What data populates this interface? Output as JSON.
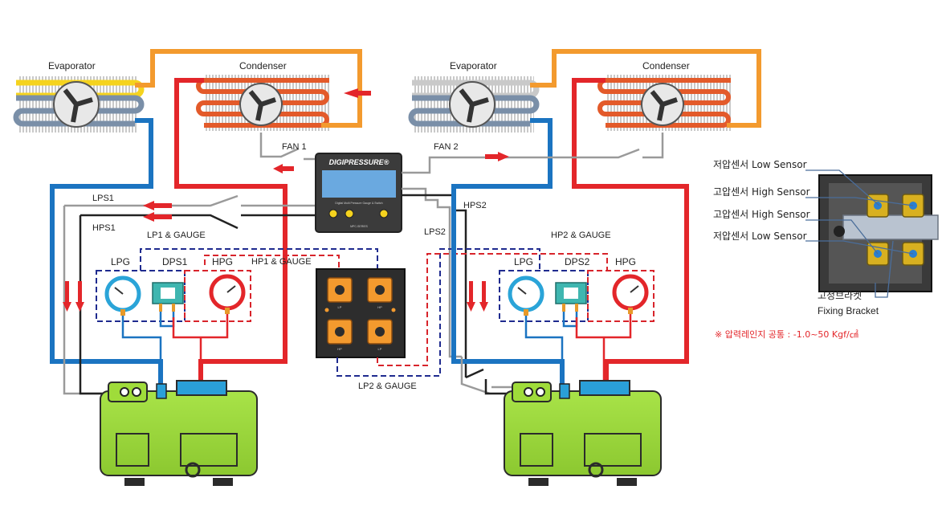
{
  "left_system": {
    "evaporator": "Evaporator",
    "condenser": "Condenser",
    "fan": "FAN 1",
    "lps": "LPS1",
    "hps": "HPS1",
    "lp_gauge": "LP1 & GAUGE",
    "hp_gauge": "HP1 & GAUGE",
    "lpg": "LPG",
    "dps": "DPS1",
    "hpg": "HPG"
  },
  "right_system": {
    "evaporator": "Evaporator",
    "condenser": "Condenser",
    "fan": "FAN 2",
    "lps": "LPS2",
    "hps": "HPS2",
    "lp_gauge": "LP2 & GAUGE",
    "hp_gauge": "HP2 & GAUGE",
    "lpg": "LPG",
    "dps": "DPS2",
    "hpg": "HPG"
  },
  "controller": {
    "brand": "DIGIPRESSURE",
    "brand_mark": "®",
    "subtitle": "Digital Multi Pressure Gauge & Switch",
    "model": "MPC-SERIES"
  },
  "sensor_block": {
    "port_labels": [
      "LP",
      "HP",
      "HP",
      "LP"
    ]
  },
  "legend": {
    "low_sensor_top": "저압센서 Low Sensor",
    "high_sensor_1": "고압센서 High Sensor",
    "high_sensor_2": "고압센서 High Sensor",
    "low_sensor_bottom": "저압센서 Low Sensor",
    "bracket_ko": "고정브라켓",
    "bracket_en": "Fixing Bracket",
    "note": "※ 압력레인지 공통 : -1.0~50 Kgf/㎠"
  },
  "colors": {
    "suction_blue": "#1b74c1",
    "discharge_red": "#e3262a",
    "liquid_orange": "#f39a2e",
    "yellow_line": "#f5d31e",
    "gauge_lp_dash": "#1f2b8f",
    "gauge_hp_dash": "#d8242b",
    "compressor_green": "#9fdc3a",
    "signal_gray": "#9a9a9a"
  }
}
